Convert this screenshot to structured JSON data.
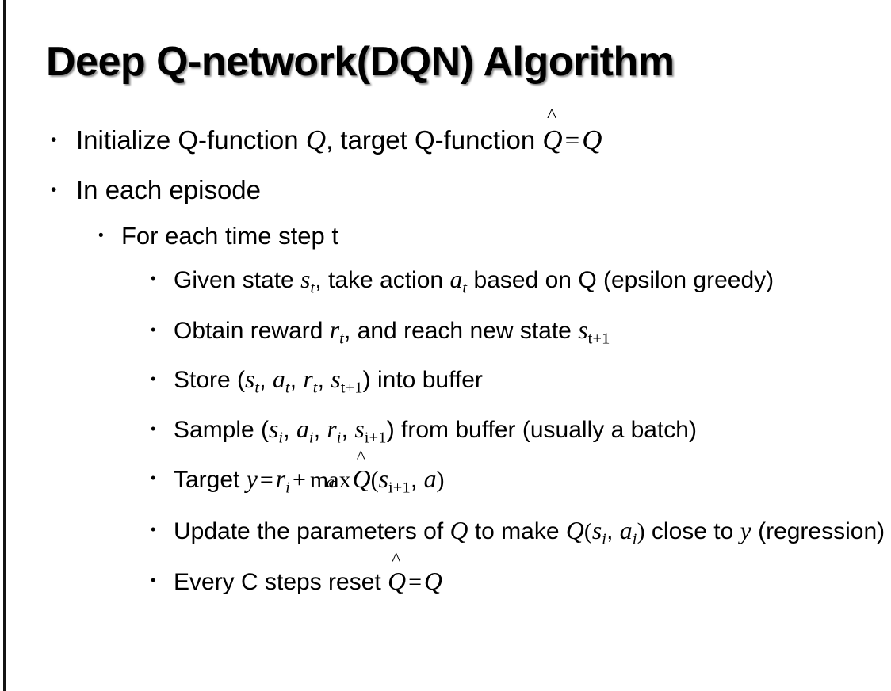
{
  "slide": {
    "title": "Deep Q-network(DQN) Algorithm",
    "background_color": "#ffffff",
    "text_color": "#000000",
    "edge_rule_color": "#141414"
  },
  "bullets": {
    "l1_initialize_prefix": "Initialize Q-function ",
    "l1_initialize_var_q": "Q",
    "l1_initialize_mid": ", target Q-function ",
    "l1_initialize_qhat": "Q",
    "l1_initialize_hat": "^",
    "l1_initialize_eq": "=",
    "l1_initialize_var_q2": "Q",
    "l1_in_each_episode": "In each episode",
    "l2_for_each_time_step": "For each time step t",
    "l3_given_state": {
      "p1": "Given state ",
      "s": "s",
      "s_sub": "t",
      "p2": ", take action ",
      "a": "a",
      "a_sub": "t",
      "p3": " based on Q (epsilon greedy)"
    },
    "l3_obtain_reward": {
      "p1": "Obtain reward ",
      "r": "r",
      "r_sub": "t",
      "p2": ", and reach new state ",
      "s": "s",
      "s_sub": "t+1"
    },
    "l3_store": {
      "p1": "Store (",
      "s": "s",
      "s_sub": "t",
      "c1": ", ",
      "a": "a",
      "a_sub": "t",
      "c2": ", ",
      "r": "r",
      "r_sub": "t",
      "c3": ", ",
      "s2": "s",
      "s2_sub": "t+1",
      "p2": ") into buffer"
    },
    "l3_sample": {
      "p1": "Sample (",
      "s": "s",
      "s_sub": "i",
      "c1": ", ",
      "a": "a",
      "a_sub": "i",
      "c2": ", ",
      "r": "r",
      "r_sub": "i",
      "c3": ", ",
      "s2": "s",
      "s2_sub": "i+1",
      "p2": ") from buffer (usually a batch)"
    },
    "l3_target": {
      "p1": "Target ",
      "y": "y",
      "eq": "=",
      "r": "r",
      "r_sub": "i",
      "plus": "+",
      "max": "max",
      "max_sub": "a",
      "qhat": "Q",
      "hat": "^",
      "paren_open": "(",
      "s": "s",
      "s_sub": "i+1",
      "comma": ", ",
      "a": "a",
      "paren_close": ")"
    },
    "l3_update": {
      "p1": "Update the parameters of ",
      "q1": "Q",
      "p2": " to make ",
      "q2": "Q",
      "paren_open": "(",
      "s": "s",
      "s_sub": "i",
      "comma": ", ",
      "a": "a",
      "a_sub": "i",
      "paren_close": ")",
      "p3": " close to ",
      "y": "y",
      "p4": " (regression)"
    },
    "l3_every_c": {
      "p1": "Every C steps reset ",
      "qhat": "Q",
      "hat": "^",
      "eq": "=",
      "q": "Q"
    }
  },
  "icons": {
    "bullet_dot": "•"
  }
}
